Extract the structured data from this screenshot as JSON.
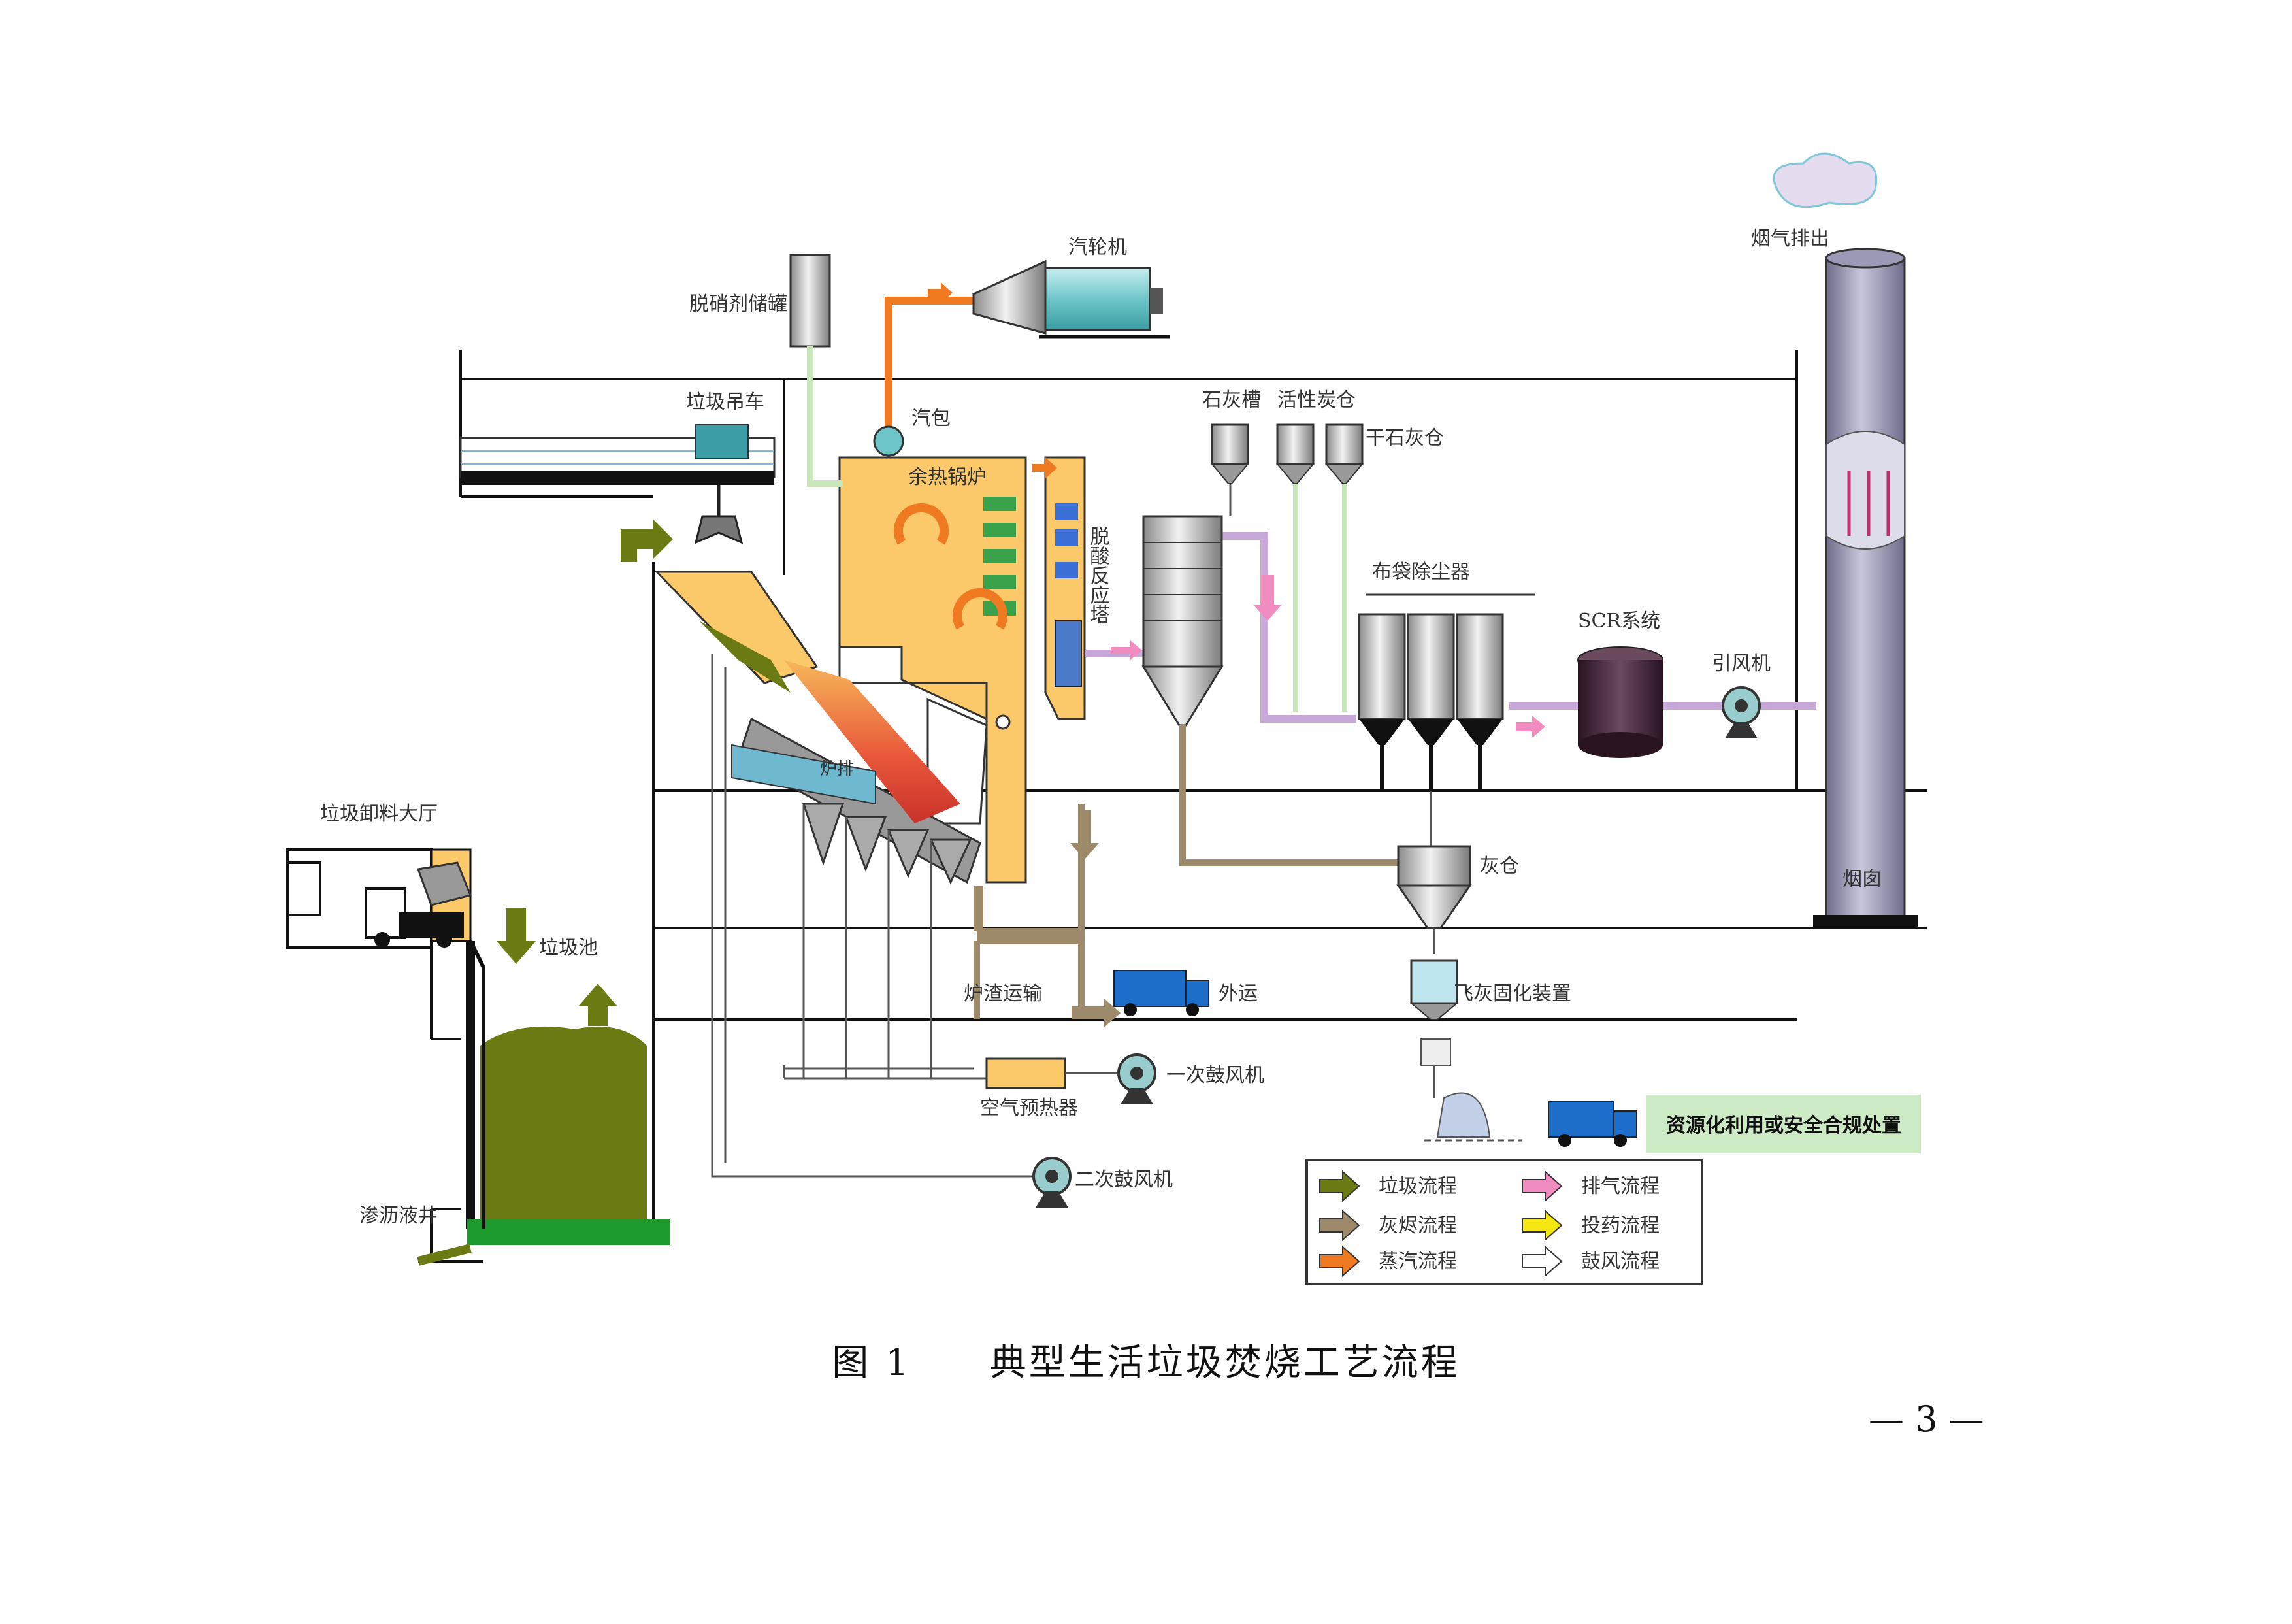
{
  "diagram": {
    "labels": {
      "turbine": "汽轮机",
      "denitration_tank": "脱硝剂储罐",
      "crane": "垃圾吊车",
      "drum": "汽包",
      "boiler": "余热锅炉",
      "grate": "炉排",
      "acid_tower": "脱酸反应塔",
      "lime_tank": "石灰槽",
      "carbon_bin": "活性炭仓",
      "dry_lime_bin": "干石灰仓",
      "bag_filter": "布袋除尘器",
      "scr": "SCR系统",
      "id_fan": "引风机",
      "smoke_out": "烟气排出",
      "chimney": "烟囱",
      "ash_bin": "灰仓",
      "unloading_hall": "垃圾卸料大厅",
      "pit": "垃圾池",
      "slag": "炉渣运输",
      "outbound": "外运",
      "fly_ash": "飞灰固化装置",
      "primary_fan": "一次鼓风机",
      "air_preheater": "空气预热器",
      "secondary_fan": "二次鼓风机",
      "leachate_well": "渗沥液井",
      "disposal": "资源化利用或安全合规处置"
    },
    "legend": [
      {
        "label": "垃圾流程",
        "color": "#6b7a12"
      },
      {
        "label": "灰烬流程",
        "color": "#9c8a6a"
      },
      {
        "label": "蒸汽流程",
        "color": "#f07a22"
      },
      {
        "label": "排气流程",
        "color": "#f08cc0"
      },
      {
        "label": "投药流程",
        "color": "#f4e610"
      },
      {
        "label": "鼓风流程",
        "color": "#ffffff"
      }
    ],
    "colors": {
      "boiler": "#fbc96a",
      "garbage": "#6b7a12",
      "chimney": "#8888a8",
      "disposal_bg": "#ccebc4"
    }
  },
  "caption": "图 1　　典型生活垃圾焚烧工艺流程",
  "page_number": "— 3 —"
}
